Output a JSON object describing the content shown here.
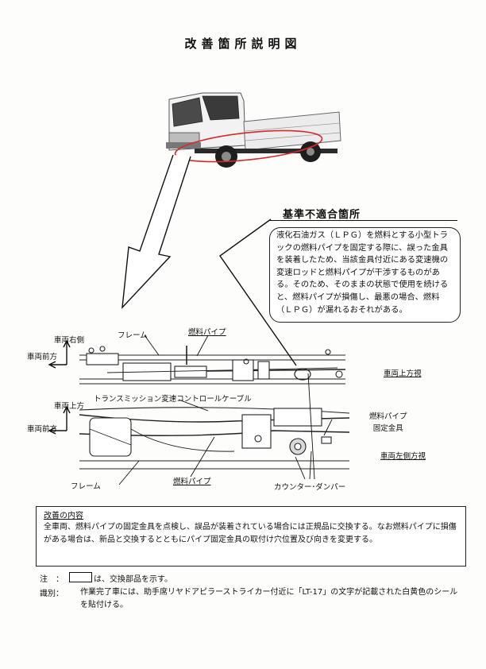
{
  "title": "改善箇所説明図",
  "nonconformity": {
    "heading": "基準不適合箇所",
    "text": "液化石油ガス（ＬＰＧ）を燃料とする小型トラックの燃料パイプを固定する際に、誤った金具を装着したため、当該金具付近にある変速機の変速ロッドと燃料パイプが干渉するものがある。そのため、そのままの状態で使用を続けると、燃料パイプが損傷し、最悪の場合、燃料（ＬＰＧ）が漏れるおそれがある。"
  },
  "top_view": {
    "right_side": "車両右側",
    "front": "車両前方",
    "frame": "フレーム",
    "fuel_pipe": "燃料パイプ",
    "view_label": "車両上方視"
  },
  "side_view": {
    "up": "車両上方",
    "front": "車両前方",
    "cable": "トランスミッション変速コントロールケーブル",
    "fixing_bracket": "燃料パイプ\n固定金具",
    "view_label": "車両左側方視",
    "frame": "フレーム",
    "fuel_pipe": "燃料パイプ",
    "damper": "カウンター･ダンパー"
  },
  "improvement": {
    "heading": "改善の内容",
    "text": "全車両、燃料パイプの固定金具を点検し、誤品が装着されている場合には正規品に交換する。なお燃料パイプに損傷がある場合は、新品と交換するとともにパイプ固定金具の取付け穴位置及び向きを変更する。"
  },
  "notes": {
    "note_label": "注　：",
    "legend_text": "は、交換部品を示す。",
    "ident_label": "識別：",
    "ident_text": "作業完了車には、助手席リヤドアピラーストライカー付近に「LT-17」の文字が記載された白黄色のシールを貼付ける。"
  },
  "colors": {
    "highlight_ellipse": "#d42a2a",
    "ink": "#111111"
  }
}
